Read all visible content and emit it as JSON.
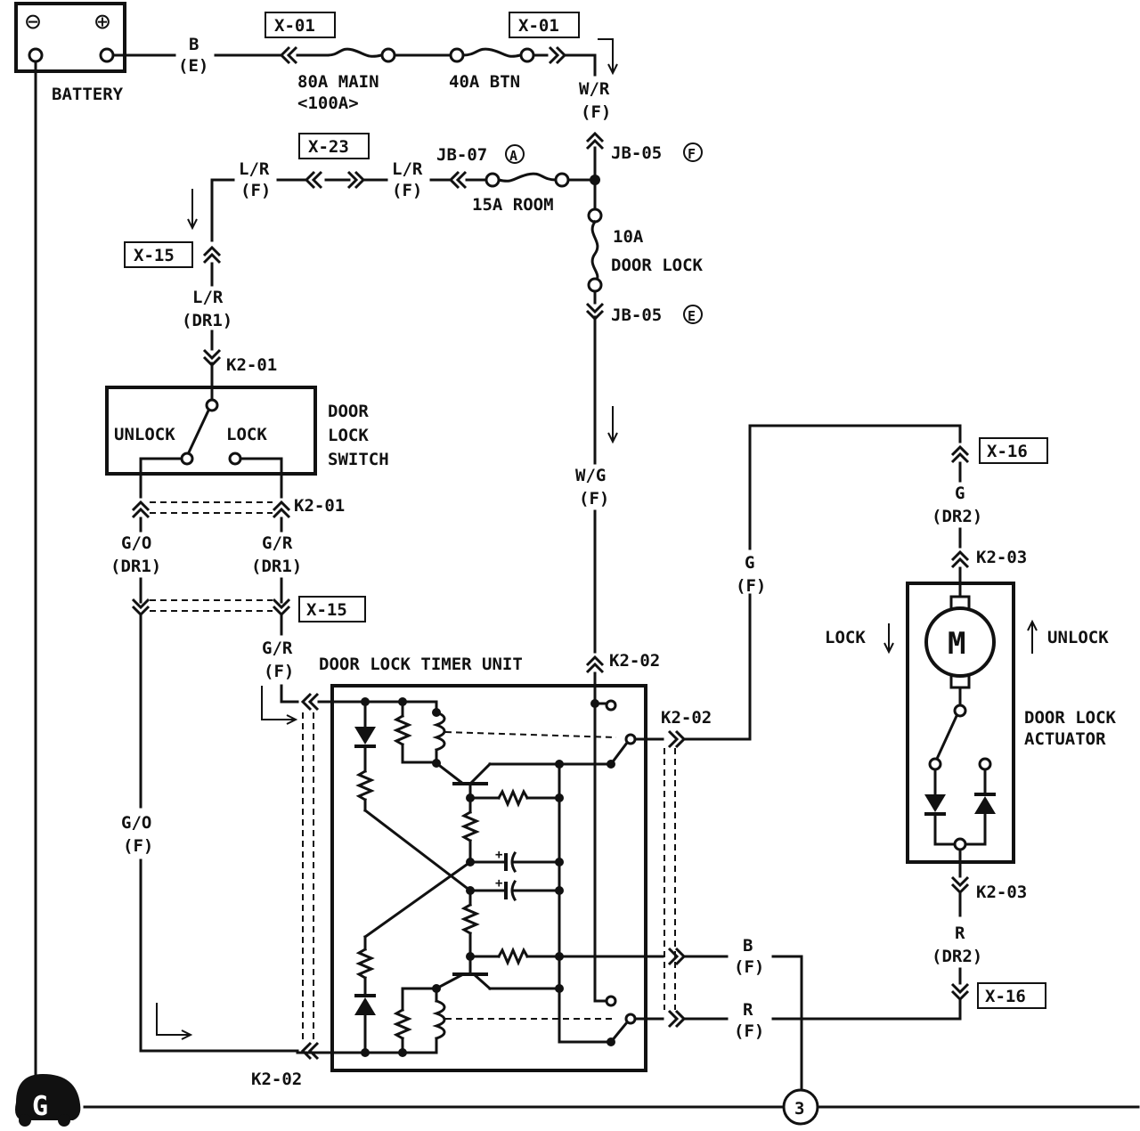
{
  "battery": {
    "label": "BATTERY",
    "neg_symbol": "⊖",
    "pos_symbol": "⊕"
  },
  "wires": {
    "b_e": [
      "B",
      "(E)"
    ],
    "w_r_f": [
      "W/R",
      "(F)"
    ],
    "l_r_f_left": [
      "L/R",
      "(F)"
    ],
    "l_r_f_right": [
      "L/R",
      "(F)"
    ],
    "l_r_dr1": [
      "L/R",
      "(DR1)"
    ],
    "g_o_dr1": [
      "G/O",
      "(DR1)"
    ],
    "g_r_dr1": [
      "G/R",
      "(DR1)"
    ],
    "g_r_f": [
      "G/R",
      "(F)"
    ],
    "g_o_f": [
      "G/O",
      "(F)"
    ],
    "w_g_f": [
      "W/G",
      "(F)"
    ],
    "g_f": [
      "G",
      "(F)"
    ],
    "g_dr2": [
      "G",
      "(DR2)"
    ],
    "r_dr2": [
      "R",
      "(DR2)"
    ],
    "b_f": [
      "B",
      "(F)"
    ],
    "r_f": [
      "R",
      "(F)"
    ]
  },
  "connectors": {
    "x01_left": "X-01",
    "x01_right": "X-01",
    "x23": "X-23",
    "x15_top": "X-15",
    "x15_mid": "X-15",
    "x16_top": "X-16",
    "x16_bottom": "X-16",
    "jb07": "JB-07",
    "jb07_pin": "A",
    "jb05_top": "JB-05",
    "jb05_top_pin": "F",
    "jb05_bottom": "JB-05",
    "jb05_bottom_pin": "E",
    "k2_01_top": "K2-01",
    "k2_01_side": "K2-01",
    "k2_02_top": "K2-02",
    "k2_02_right": "K2-02",
    "k2_02_bottom": "K2-02",
    "k2_03_top": "K2-03",
    "k2_03_bottom": "K2-03"
  },
  "fuses": {
    "main": [
      "80A MAIN",
      "<100A>"
    ],
    "btn": "40A BTN",
    "room": "15A ROOM",
    "door_lock": [
      "10A",
      "DOOR LOCK"
    ]
  },
  "switch": {
    "title": [
      "DOOR",
      "LOCK",
      "SWITCH"
    ],
    "unlock": "UNLOCK",
    "lock": "LOCK"
  },
  "timer_unit": {
    "title": "DOOR LOCK TIMER UNIT"
  },
  "actuator": {
    "title": [
      "DOOR LOCK",
      "ACTUATOR"
    ],
    "motor": "M",
    "lock": "LOCK",
    "unlock": "UNLOCK"
  },
  "ground": {
    "symbol": "G",
    "ref": "3"
  }
}
